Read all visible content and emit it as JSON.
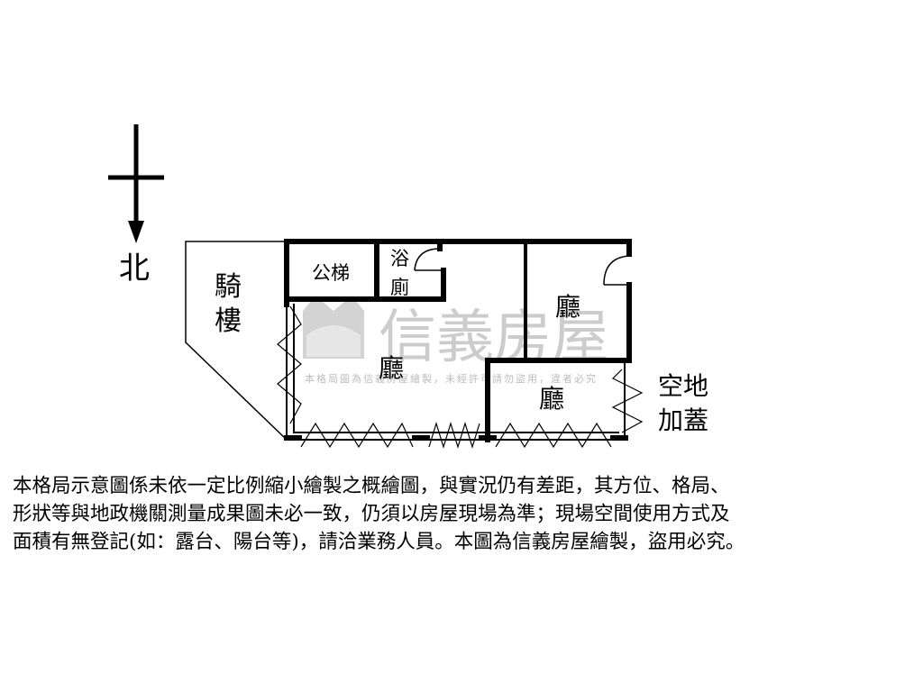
{
  "compass": {
    "label": "北"
  },
  "rooms": {
    "arcade": "騎\n樓",
    "arcade_line1": "騎",
    "arcade_line2": "樓",
    "public_stairs": "公梯",
    "bathroom_line1": "浴",
    "bathroom_line2": "廁",
    "hall_upper_right": "廳",
    "hall_main": "廳",
    "hall_lower_right": "廳",
    "open_space_line1": "空地",
    "open_space_line2": "加蓋"
  },
  "watermark": {
    "brand": "信義房屋",
    "notice": "本格局圖為信義房屋繪製，未經許可請勿盜用，違者必究"
  },
  "disclaimer": {
    "line1": "本格局示意圖係未依一定比例縮小繪製之概繪圖，與實況仍有差距，其方位、格局、",
    "line2": "形狀等與地政機關測量成果圖未必一致，仍須以房屋現場為準；現場空間使用方式及",
    "line3": "面積有無登記(如：露台、陽台等)，請洽業務人員。本圖為信義房屋繪製，盜用必究。"
  },
  "colors": {
    "wall": "#000000",
    "watermark": "#c8c8c8"
  }
}
